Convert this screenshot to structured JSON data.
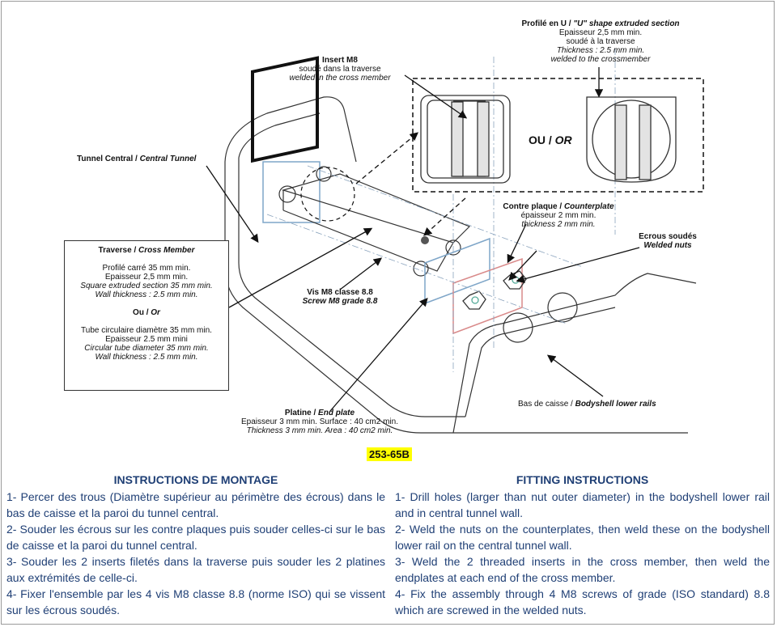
{
  "labels": {
    "profile_u": {
      "line1_fr": "Profilé en U / ",
      "line1_en": "\"U\" shape extruded section",
      "line2": "Epaisseur 2,5 mm min.",
      "line3": "soudé à la traverse",
      "line4": "Thickness : 2.5 mm min.",
      "line5": "welded to the crossmember"
    },
    "insert": {
      "line1": "Insert M8",
      "line2": "soudé dans la traverse",
      "line3": "welded in the cross member"
    },
    "tunnel": {
      "fr": "Tunnel Central / ",
      "en": "Central Tunnel"
    },
    "or_center": {
      "fr": "OU / ",
      "en": "OR"
    },
    "counterplate": {
      "line1_fr": "Contre plaque / ",
      "line1_en": "Counterplate",
      "line2": "épaisseur 2 mm min.",
      "line3": "thickness 2 mm min."
    },
    "welded_nuts": {
      "line1": "Ecrous soudés",
      "line2": "Welded nuts"
    },
    "cross_member": {
      "title_fr": "Traverse / ",
      "title_en": "Cross Member",
      "l1": "Profilé carré 35 mm min.",
      "l2": "Epaisseur 2,5 mm min.",
      "l3": "Square extruded section 35 mm min.",
      "l4": "Wall thickness : 2.5 mm min.",
      "or_fr": "Ou / ",
      "or_en": "Or",
      "l5": "Tube circulaire diamètre 35 mm min.",
      "l6": "Epaisseur 2.5 mm mini",
      "l7": "Circular tube diameter 35 mm min.",
      "l8": "Wall thickness : 2.5 mm min."
    },
    "screw": {
      "line1": "Vis M8 classe 8.8",
      "line2": "Screw M8 grade 8.8"
    },
    "bodyshell": {
      "fr": "Bas de caisse / ",
      "en": "Bodyshell lower rails"
    },
    "endplate": {
      "line1_fr": "Platine / ",
      "line1_en": "End plate",
      "line2": "Epaisseur 3 mm min. Surface : 40 cm2 min.",
      "line3": "Thickness 3 mm min. Area : 40 cm2 min."
    }
  },
  "reference": "253-65B",
  "instructions_fr": {
    "title": "INSTRUCTIONS DE MONTAGE",
    "items": [
      "1- Percer des trous (Diamètre supérieur au périmètre des écrous) dans le bas de caisse et la paroi du tunnel central.",
      "2- Souder les écrous sur les contre plaques puis souder celles-ci sur le bas de caisse et la paroi du tunnel central.",
      "3- Souder les 2 inserts filetés dans la traverse puis souder les 2 platines aux extrémités de celle-ci.",
      "4- Fixer l'ensemble par les 4 vis M8 classe 8.8 (norme ISO) qui se vissent sur les écrous soudés."
    ]
  },
  "instructions_en": {
    "title": "FITTING INSTRUCTIONS",
    "items": [
      "1- Drill holes (larger than nut outer diameter) in the bodyshell lower rail and in central tunnel wall.",
      "2- Weld the nuts on the counterplates, then weld these on the bodyshell lower rail on the central tunnel wall.",
      "3- Weld the 2 threaded inserts in the cross member, then weld the endplates at each end of the cross member.",
      "4- Fix the assembly through 4 M8 screws of grade (ISO standard) 8.8 which are screwed in the welded nuts."
    ]
  },
  "colors": {
    "text_blue": "#1f3f75",
    "highlight": "#ffff00",
    "plate_red": "#d98a8a",
    "plate_blue": "#7fa6c8"
  }
}
